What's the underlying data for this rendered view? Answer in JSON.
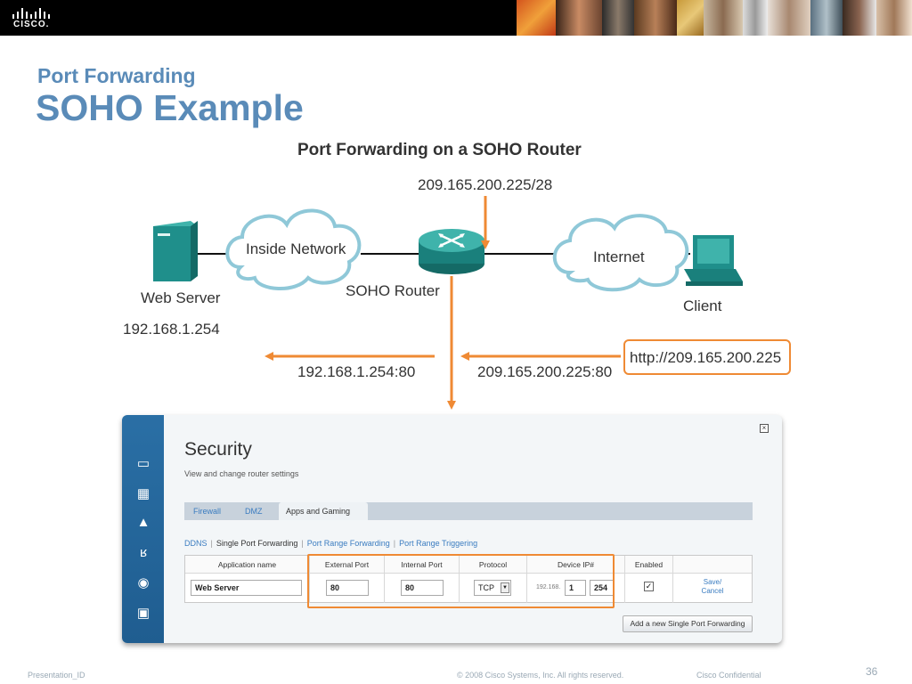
{
  "header": {
    "logo_text": "CISCO."
  },
  "slide": {
    "subtitle": "Port Forwarding",
    "title": "SOHO Example"
  },
  "diagram": {
    "title": "Port Forwarding on a SOHO Router",
    "public_ip": "209.165.200.225/28",
    "inside_network": "Inside Network",
    "internet": "Internet",
    "web_server": "Web Server",
    "web_server_ip": "192.168.1.254",
    "router": "SOHO Router",
    "client": "Client",
    "url": "http://209.165.200.225",
    "inside_socket": "192.168.1.254:80",
    "outside_socket": "209.165.200.225:80"
  },
  "router_ui": {
    "title": "Security",
    "subtitle": "View and change router settings",
    "close_glyph": "×",
    "tabs": [
      {
        "label": "Firewall"
      },
      {
        "label": "DMZ"
      },
      {
        "label": "Apps and Gaming"
      }
    ],
    "subnav": [
      {
        "label": "DDNS"
      },
      {
        "label": "Single Port Forwarding"
      },
      {
        "label": "Port Range Forwarding"
      },
      {
        "label": "Port Range Triggering"
      }
    ],
    "columns": [
      "Application name",
      "External Port",
      "Internal Port",
      "Protocol",
      "Device IP#",
      "Enabled"
    ],
    "row": {
      "application_name": "Web Server",
      "external_port": "80",
      "internal_port": "80",
      "protocol": "TCP",
      "device_ip_prefix": "192.168.",
      "device_ip_third": "1",
      "device_ip_last": "254",
      "enabled": true,
      "enabled_glyph": "✓",
      "save_label": "Save/",
      "cancel_label": "Cancel"
    },
    "add_button": "Add a new Single Port Forwarding"
  },
  "footer": {
    "presentation_id": "Presentation_ID",
    "copyright": "© 2008 Cisco Systems, Inc. All rights reserved.",
    "confidential": "Cisco Confidential",
    "page_number": "36"
  },
  "colors": {
    "accent_orange": "#ef8a34",
    "title_blue": "#5a8bb8",
    "teal": "#1f8f8b",
    "cloud_border": "#8fc8d8"
  }
}
